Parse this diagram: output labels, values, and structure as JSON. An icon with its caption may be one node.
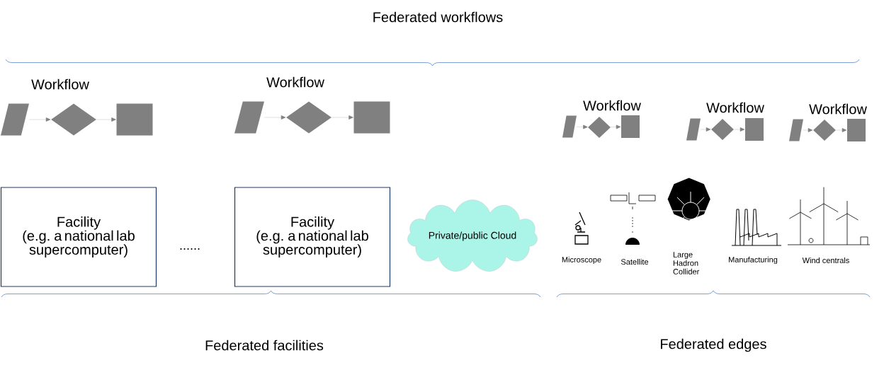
{
  "diagram": {
    "nodes": [
      {
        "text": [],
        "shape": "parallelogram"
      },
      {
        "text": [],
        "shape": "diamond"
      },
      {
        "text": [],
        "shape": "box"
      },
      {
        "text": [],
        "shape": "parallelogram"
      },
      {
        "text": [],
        "shape": "diamond"
      },
      {
        "text": [],
        "shape": "box"
      },
      {
        "text": [],
        "shape": "parallelogram"
      },
      {
        "text": [],
        "shape": "diamond"
      },
      {
        "text": [],
        "shape": "box"
      },
      {
        "text": [],
        "shape": "parallelogram"
      },
      {
        "text": [],
        "shape": "diamond"
      },
      {
        "text": [],
        "shape": "box"
      },
      {
        "text": [],
        "shape": "parallelogram"
      },
      {
        "text": [],
        "shape": "diamond"
      },
      {
        "text": [],
        "shape": "box"
      },
      {
        "text": [
          "Facility",
          "(e.g. a national lab supercomputer)"
        ]
      },
      {
        "text": [
          "Facility",
          "(e.g. a national lab supercomputer)"
        ]
      },
      {
        "text": [
          "Private/public Cloud"
        ]
      }
    ],
    "edges": [
      {
        "from": 0,
        "to": 1,
        "arrow": "to"
      },
      {
        "from": 1,
        "to": 2,
        "arrow": "to"
      },
      {
        "from": 3,
        "to": 4,
        "arrow": "to"
      },
      {
        "from": 4,
        "to": 5,
        "arrow": "to"
      },
      {
        "from": 6,
        "to": 7,
        "arrow": "to"
      },
      {
        "from": 7,
        "to": 8,
        "arrow": "to"
      },
      {
        "from": 9,
        "to": 10,
        "arrow": "to"
      },
      {
        "from": 10,
        "to": 11,
        "arrow": "to"
      },
      {
        "from": 12,
        "to": 13,
        "arrow": "to"
      },
      {
        "from": 13,
        "to": 14,
        "arrow": "to"
      }
    ],
    "labels": [
      "Federated workflows",
      "Workflow",
      "Workflow",
      "Workflow",
      "Workflow",
      "Workflow",
      "......",
      "Microscope",
      "Satellite",
      "Large Hadron Collider",
      "Manufacturing",
      "Wind centrals",
      "Federated facilities",
      "Federated edges"
    ]
  }
}
